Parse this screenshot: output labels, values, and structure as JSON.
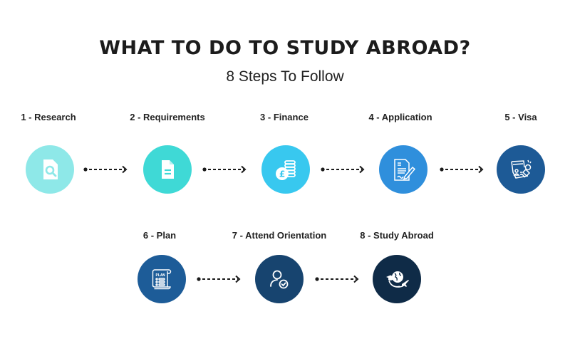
{
  "header": {
    "title": "WHAT TO DO TO STUDY ABROAD?",
    "subtitle": "8 Steps To Follow"
  },
  "steps": [
    {
      "number": 1,
      "label": "1 - Research",
      "icon": "document-search-icon",
      "color": "#8ee8e8"
    },
    {
      "number": 2,
      "label": "2 - Requirements",
      "icon": "document-icon",
      "color": "#3fd9d6"
    },
    {
      "number": 3,
      "label": "3 - Finance",
      "icon": "pound-coins-icon",
      "color": "#38c8ef"
    },
    {
      "number": 4,
      "label": "4 - Application",
      "icon": "signed-form-icon",
      "color": "#2f8fdc"
    },
    {
      "number": 5,
      "label": "5 - Visa",
      "icon": "passport-stamp-icon",
      "color": "#1d5a96"
    },
    {
      "number": 6,
      "label": "6 - Plan",
      "icon": "plan-scroll-icon",
      "color": "#1d5c98"
    },
    {
      "number": 7,
      "label": "7 - Attend Orientation",
      "icon": "user-check-icon",
      "color": "#17446f"
    },
    {
      "number": 8,
      "label": "8 - Study Abroad",
      "icon": "globe-travel-icon",
      "color": "#0f2b47"
    }
  ],
  "connectors": {
    "style": "dotted-arrow",
    "color": "#1a1a1a"
  }
}
